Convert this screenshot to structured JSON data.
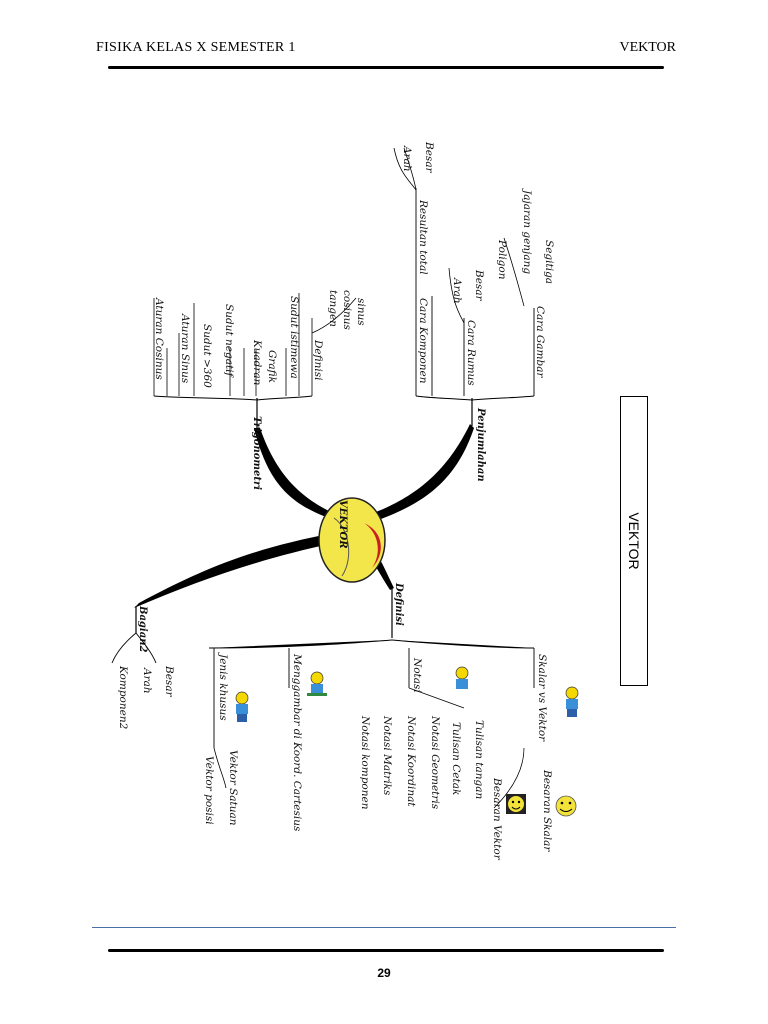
{
  "header": {
    "left": "FISIKA KELAS X SEMESTER 1",
    "right": "VEKTOR"
  },
  "side_title": "VEKTOR",
  "page_number": "29",
  "mindmap": {
    "center": "VEKTOR",
    "trigonometri": {
      "label": "Trigonometri",
      "groups": [
        {
          "name": "Definisi",
          "leaves": [
            "sinus",
            "cosinus",
            "tangen"
          ]
        },
        {
          "name": "Sudut istimewa",
          "leaves": []
        },
        {
          "name": "Grafik",
          "leaves": []
        },
        {
          "name": "Kuadran",
          "leaves": []
        },
        {
          "name": "Sudut negatif",
          "leaves": []
        },
        {
          "name": "Sudut >360",
          "leaves": []
        },
        {
          "name": "Aturan Sinus",
          "leaves": []
        },
        {
          "name": "Aturan Cosinus",
          "leaves": []
        }
      ]
    },
    "penjumlahan": {
      "label": "Penjumlahan",
      "resultan": {
        "name": "Resultan total",
        "leaves": [
          "Besar",
          "Arah"
        ]
      },
      "cara_gambar": {
        "name": "Cara Gambar",
        "leaves": [
          "Segitiga",
          "Jajaran genjang",
          "Poligon"
        ]
      },
      "cara_rumus": {
        "name": "Cara Rumus",
        "leaves": [
          "Besar",
          "Arah"
        ]
      },
      "cara_komponen": {
        "name": "Cara Komponen"
      }
    },
    "definisi": {
      "label": "Definisi",
      "skalar": {
        "name": "Skalar vs Vektor",
        "leaves": [
          "Besaran Skalar",
          "Besaran Vektor"
        ]
      },
      "notasi": {
        "name": "Notasi",
        "leaves": [
          "Tulisan tangan",
          "Tulisan Cetak",
          "Notasi Geometris",
          "Notasi Koordinat",
          "Notasi Matriks",
          "Notasi komponen"
        ]
      },
      "menggambar": {
        "name": "Menggambar di Koord. Cartesius"
      },
      "jenis": {
        "name": "Jenis khusus",
        "leaves": [
          "Vektor Satuan",
          "Vektor posisi"
        ]
      }
    },
    "bagian": {
      "label": "Bagian2",
      "leaves": [
        "Besar",
        "Arah",
        "Komponen2"
      ]
    }
  }
}
